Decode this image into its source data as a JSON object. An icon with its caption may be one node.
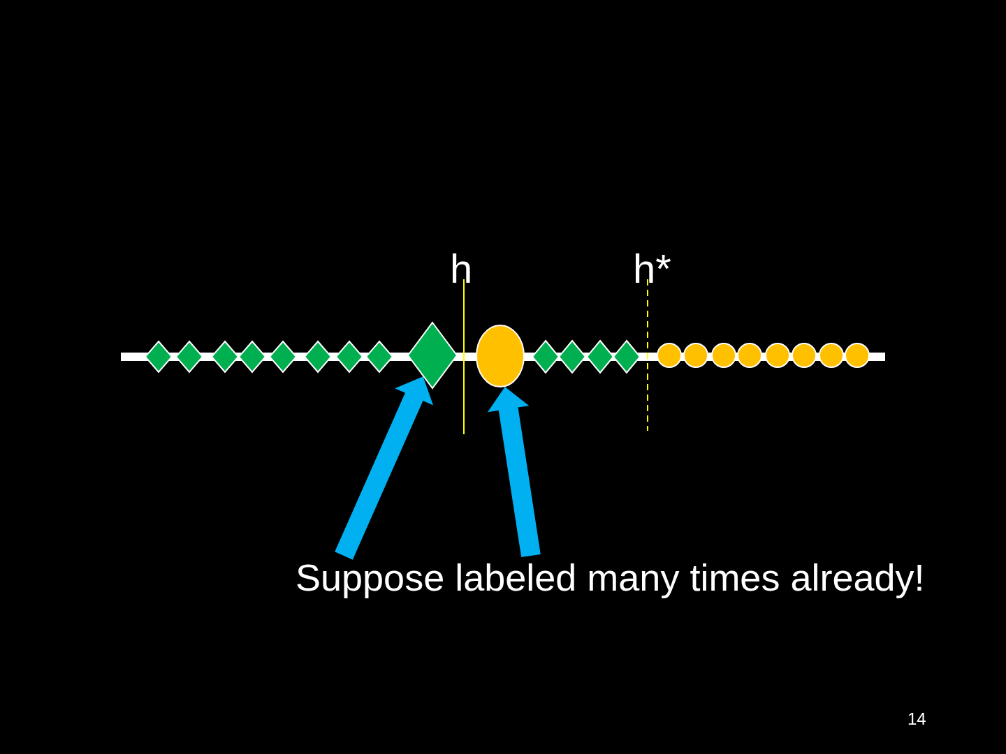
{
  "diagram": {
    "nodes": [
      {
        "text": [],
        "shape": "diamond"
      },
      {
        "text": [],
        "shape": "diamond"
      },
      {
        "text": [],
        "shape": "diamond"
      },
      {
        "text": [],
        "shape": "diamond"
      },
      {
        "text": [],
        "shape": "diamond"
      },
      {
        "text": [],
        "shape": "diamond"
      },
      {
        "text": [],
        "shape": "diamond"
      },
      {
        "text": [],
        "shape": "diamond"
      },
      {
        "text": [],
        "shape": "diamond"
      },
      {
        "text": [],
        "shape": "ellipse"
      },
      {
        "text": [],
        "shape": "diamond"
      },
      {
        "text": [],
        "shape": "diamond"
      },
      {
        "text": [],
        "shape": "diamond"
      },
      {
        "text": [],
        "shape": "diamond"
      },
      {
        "text": [],
        "shape": "circle"
      },
      {
        "text": [],
        "shape": "circle"
      },
      {
        "text": [],
        "shape": "circle"
      },
      {
        "text": [],
        "shape": "circle"
      },
      {
        "text": [],
        "shape": "circle"
      },
      {
        "text": [],
        "shape": "circle"
      },
      {
        "text": [],
        "shape": "circle"
      },
      {
        "text": [],
        "shape": "circle"
      },
      {
        "text": [
          "Suppose labeled many times already!"
        ]
      }
    ],
    "edges": [
      {
        "from": 22,
        "to": 8,
        "arrow": "to"
      },
      {
        "from": 22,
        "to": 9,
        "arrow": "to"
      }
    ],
    "labels": [
      "h",
      "h*",
      "14"
    ]
  }
}
